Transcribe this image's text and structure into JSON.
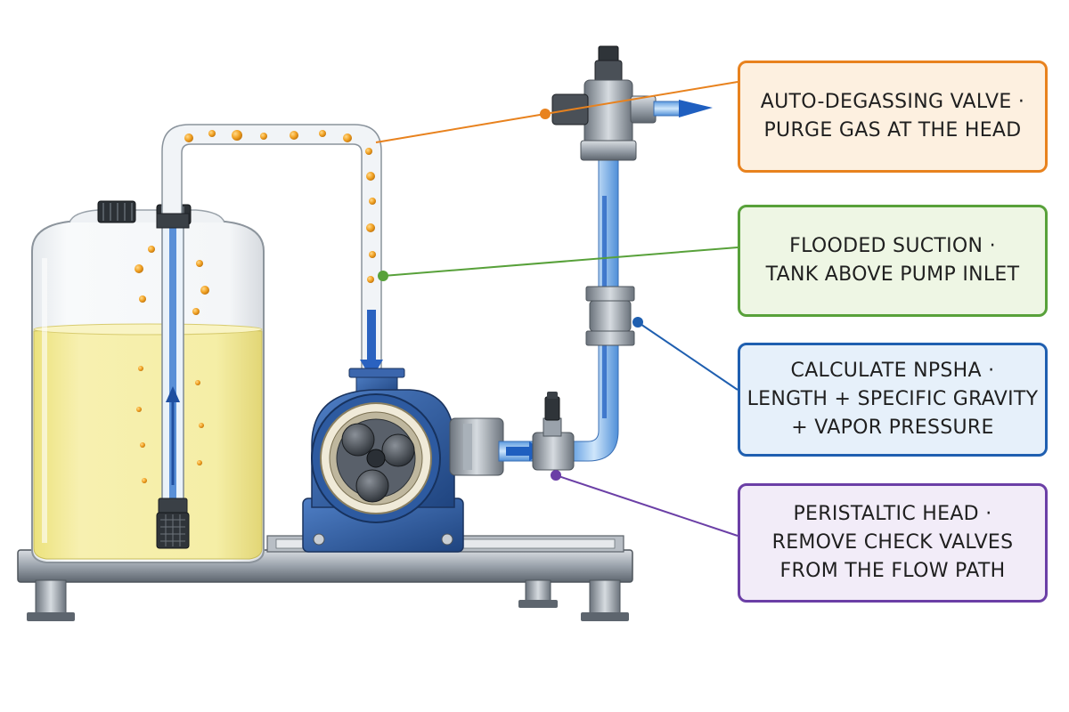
{
  "colors": {
    "orange": "#e8821e",
    "green": "#58a13a",
    "blue": "#1f5fb0",
    "purple": "#6b3fa6",
    "liquid": "#f3eba0",
    "pump_blue": "#2f5fa8",
    "flow_arrow": "#1f5fc0"
  },
  "callouts": {
    "degassing": {
      "line1": "AUTO-DEGASSING VALVE ·",
      "line2": "PURGE GAS AT THE HEAD",
      "border": "#e8821e",
      "fill": "#fdf0e0"
    },
    "flooded": {
      "line1": "FLOODED SUCTION ·",
      "line2": "TANK ABOVE PUMP INLET",
      "border": "#58a13a",
      "fill": "#eef6e4"
    },
    "npsha": {
      "line1": "CALCULATE NPSHA ·",
      "line2": "LENGTH + SPECIFIC GRAVITY",
      "line3": "+ VAPOR PRESSURE",
      "border": "#1f5fb0",
      "fill": "#e6f0fa"
    },
    "peristaltic": {
      "line1": "PERISTALTIC HEAD ·",
      "line2": "REMOVE CHECK VALVES",
      "line3": "FROM THE FLOW PATH",
      "border": "#6b3fa6",
      "fill": "#f2ecf8"
    }
  },
  "icons": [
    "tank-icon",
    "peristaltic-pump-icon",
    "degassing-valve-icon",
    "check-valve-icon",
    "foot-strainer-icon",
    "flow-arrow-icon"
  ]
}
